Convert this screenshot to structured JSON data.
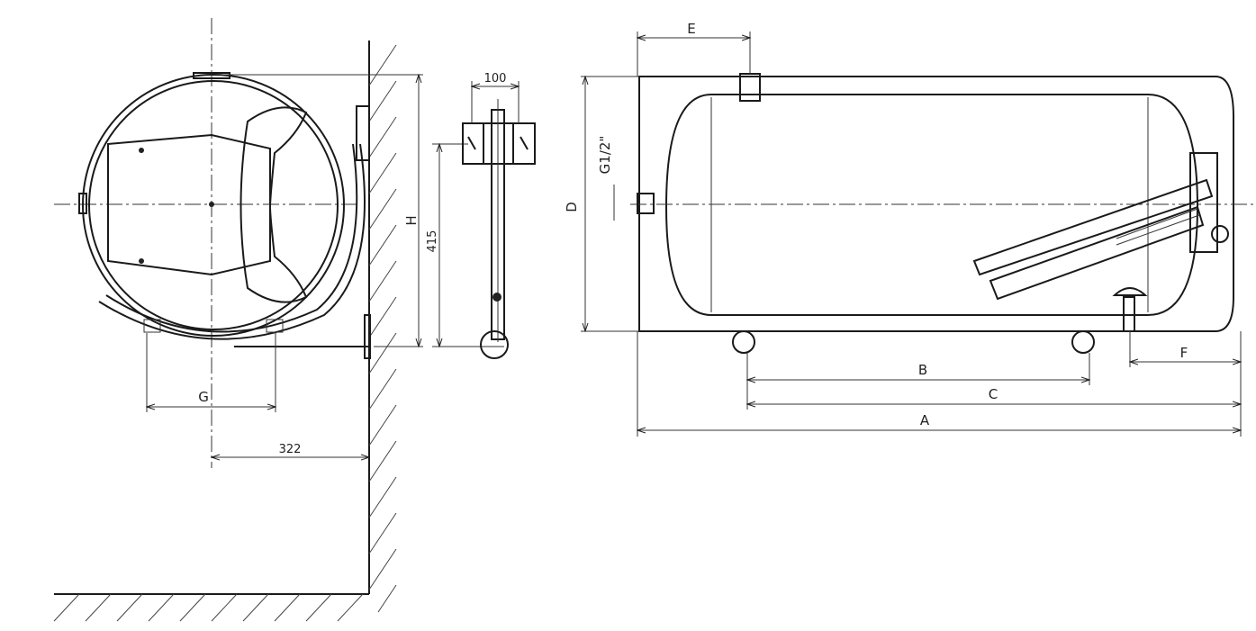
{
  "labels": {
    "A": "A",
    "B": "B",
    "C": "C",
    "D": "D",
    "E": "E",
    "F": "F",
    "G": "G",
    "H": "H",
    "thread": "G1/2\"",
    "dim_100": "100",
    "dim_415": "415",
    "dim_322": "322"
  },
  "colors": {
    "line": "#1a1a1a",
    "hatch": "#555555",
    "background": "#ffffff"
  }
}
